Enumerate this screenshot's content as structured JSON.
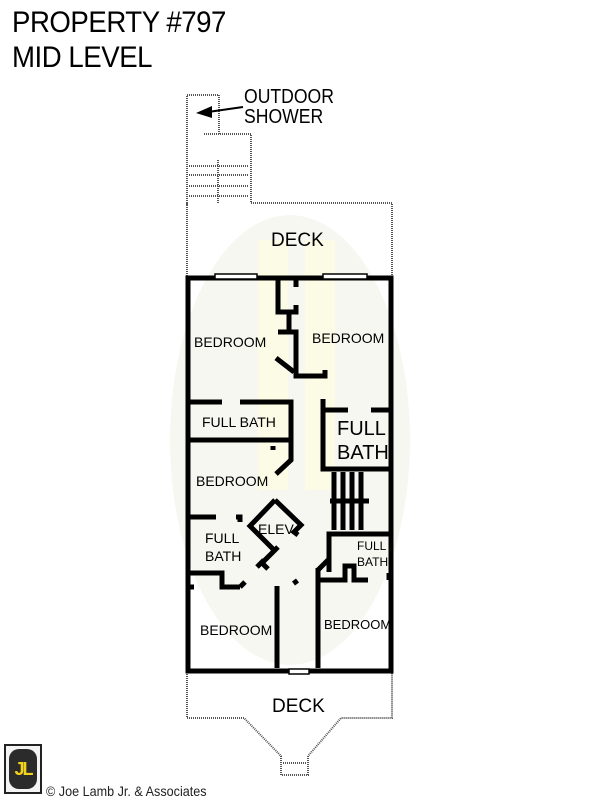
{
  "header": {
    "title_line1": "PROPERTY #797",
    "title_line2": "MID LEVEL"
  },
  "annotations": {
    "outdoor_shower_line1": "OUTDOOR",
    "outdoor_shower_line2": "SHOWER"
  },
  "rooms": {
    "deck_top": "DECK",
    "bedroom_top_left": "BEDROOM",
    "bedroom_top_right": "BEDROOM",
    "full_bath_left": "FULL BATH",
    "full_bath_right_line1": "FULL",
    "full_bath_right_line2": "BATH",
    "bedroom_middle": "BEDROOM",
    "elevator": "ELEV",
    "full_bath_lower_left_line1": "FULL",
    "full_bath_lower_left_line2": "BATH",
    "full_bath_lower_right_line1": "FULL",
    "full_bath_lower_right_line2": "BATH",
    "bedroom_bottom_left": "BEDROOM",
    "bedroom_bottom_right": "BEDROOM",
    "deck_bottom": "DECK"
  },
  "footer": {
    "logo_text": "JL",
    "copyright": "© Joe Lamb Jr. & Associates"
  },
  "colors": {
    "wall": "#000000",
    "watermark": "#f6f6ee",
    "logo_yellow": "#f2d21a"
  }
}
